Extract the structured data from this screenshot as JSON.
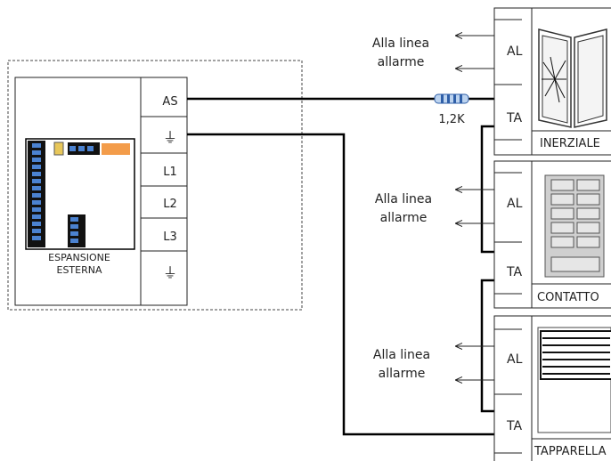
{
  "expansion": {
    "label_line1": "ESPANSIONE",
    "label_line2": "ESTERNA",
    "terminals": [
      "AS",
      "⏚",
      "L1",
      "L2",
      "L3",
      "⏚"
    ]
  },
  "resistor": {
    "value": "1,2K",
    "colors": [
      "#4a7fc8",
      "#ffffff",
      "#4a7fc8",
      "#ffffff",
      "#4a7fc8"
    ]
  },
  "sensors": [
    {
      "name": "INERZIALE",
      "terminal_top": "AL",
      "terminal_bottom": "TA",
      "icon": "vibration-glass-icon"
    },
    {
      "name": "CONTATTO",
      "terminal_top": "AL",
      "terminal_bottom": "TA",
      "icon": "keypad-contact-icon"
    },
    {
      "name": "TAPPARELLA",
      "terminal_top": "AL",
      "terminal_bottom": "TA",
      "icon": "shutter-icon"
    }
  ],
  "alarm_line_label": {
    "line1": "Alla linea",
    "line2": "allarme"
  },
  "colors": {
    "wire": "#000000",
    "accent": "#f39c4a",
    "module_blue": "#3b6fb6"
  }
}
